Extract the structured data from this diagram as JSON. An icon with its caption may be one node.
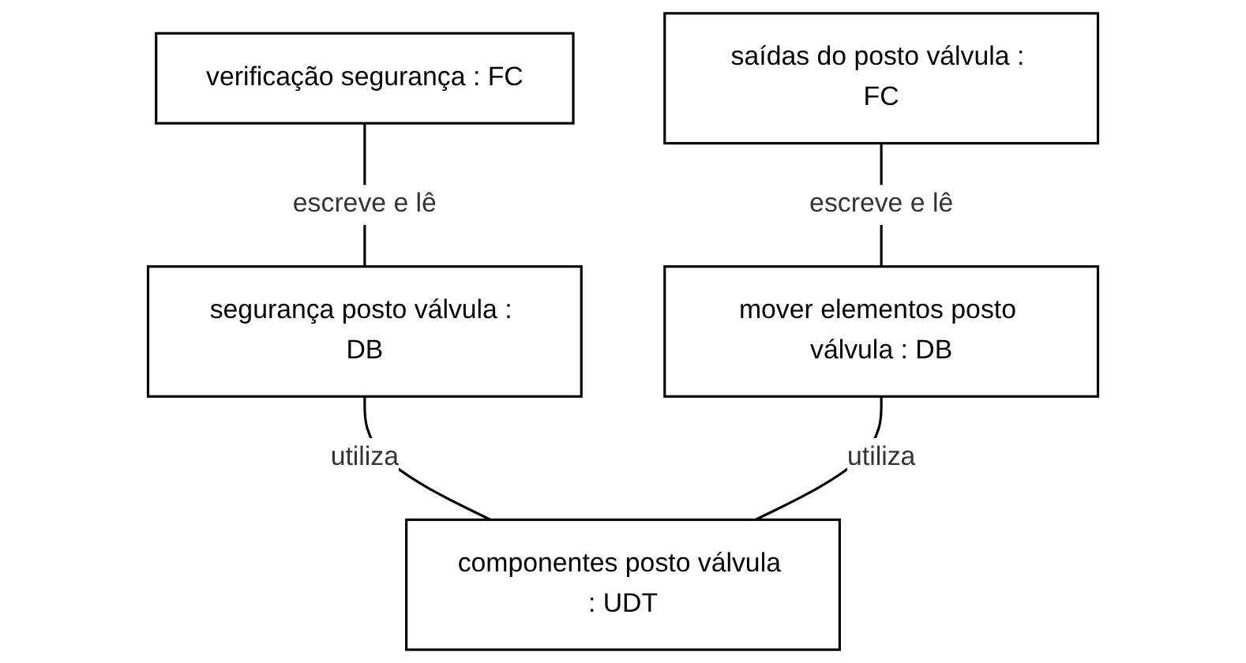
{
  "diagram": {
    "nodes": [
      {
        "text": [
          "verificação segurança : FC"
        ]
      },
      {
        "text": [
          "saídas do posto válvula : FC"
        ]
      },
      {
        "text": [
          "segurança posto válvula : DB"
        ]
      },
      {
        "text": [
          "mover elementos posto válvula : DB"
        ]
      },
      {
        "text": [
          "componentes posto válvula : UDT"
        ]
      }
    ],
    "edges": [
      {
        "from": 0,
        "to": 2,
        "arrow": "none",
        "label": "escreve e lê"
      },
      {
        "from": 1,
        "to": 3,
        "arrow": "none",
        "label": "escreve e lê"
      },
      {
        "from": 2,
        "to": 4,
        "arrow": "none",
        "label": "utiliza"
      },
      {
        "from": 3,
        "to": 4,
        "arrow": "none",
        "label": "utiliza"
      }
    ]
  }
}
